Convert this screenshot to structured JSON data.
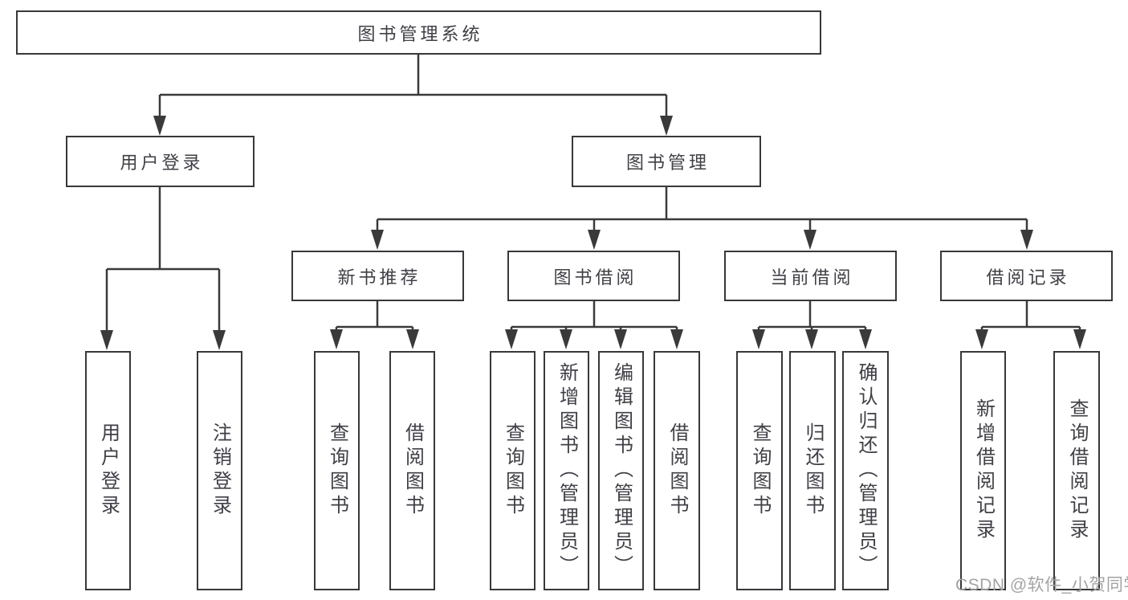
{
  "diagram": {
    "root": {
      "label": "图书管理系统"
    },
    "branches": [
      {
        "label": "用户登录",
        "leaves": [
          {
            "label": "用户登录"
          },
          {
            "label": "注销登录"
          }
        ]
      },
      {
        "label": "图书管理",
        "groups": [
          {
            "label": "新书推荐",
            "leaves": [
              {
                "label": "查询图书"
              },
              {
                "label": "借阅图书"
              }
            ]
          },
          {
            "label": "图书借阅",
            "leaves": [
              {
                "label": "查询图书"
              },
              {
                "label": "新增图书（管理员）"
              },
              {
                "label": "编辑图书（管理员）"
              },
              {
                "label": "借阅图书"
              }
            ]
          },
          {
            "label": "当前借阅",
            "leaves": [
              {
                "label": "查询图书"
              },
              {
                "label": "归还图书"
              },
              {
                "label": "确认归还（管理员）"
              }
            ]
          },
          {
            "label": "借阅记录",
            "leaves": [
              {
                "label": "新增借阅记录"
              },
              {
                "label": "查询借阅记录"
              }
            ]
          }
        ]
      }
    ]
  },
  "colors": {
    "line": "#3a3a3a",
    "box_border": "#38383c",
    "text": "#3f3f46",
    "watermark": "#a3a3a3"
  },
  "watermark": {
    "text": "CSDN @软件_小贺同学"
  }
}
